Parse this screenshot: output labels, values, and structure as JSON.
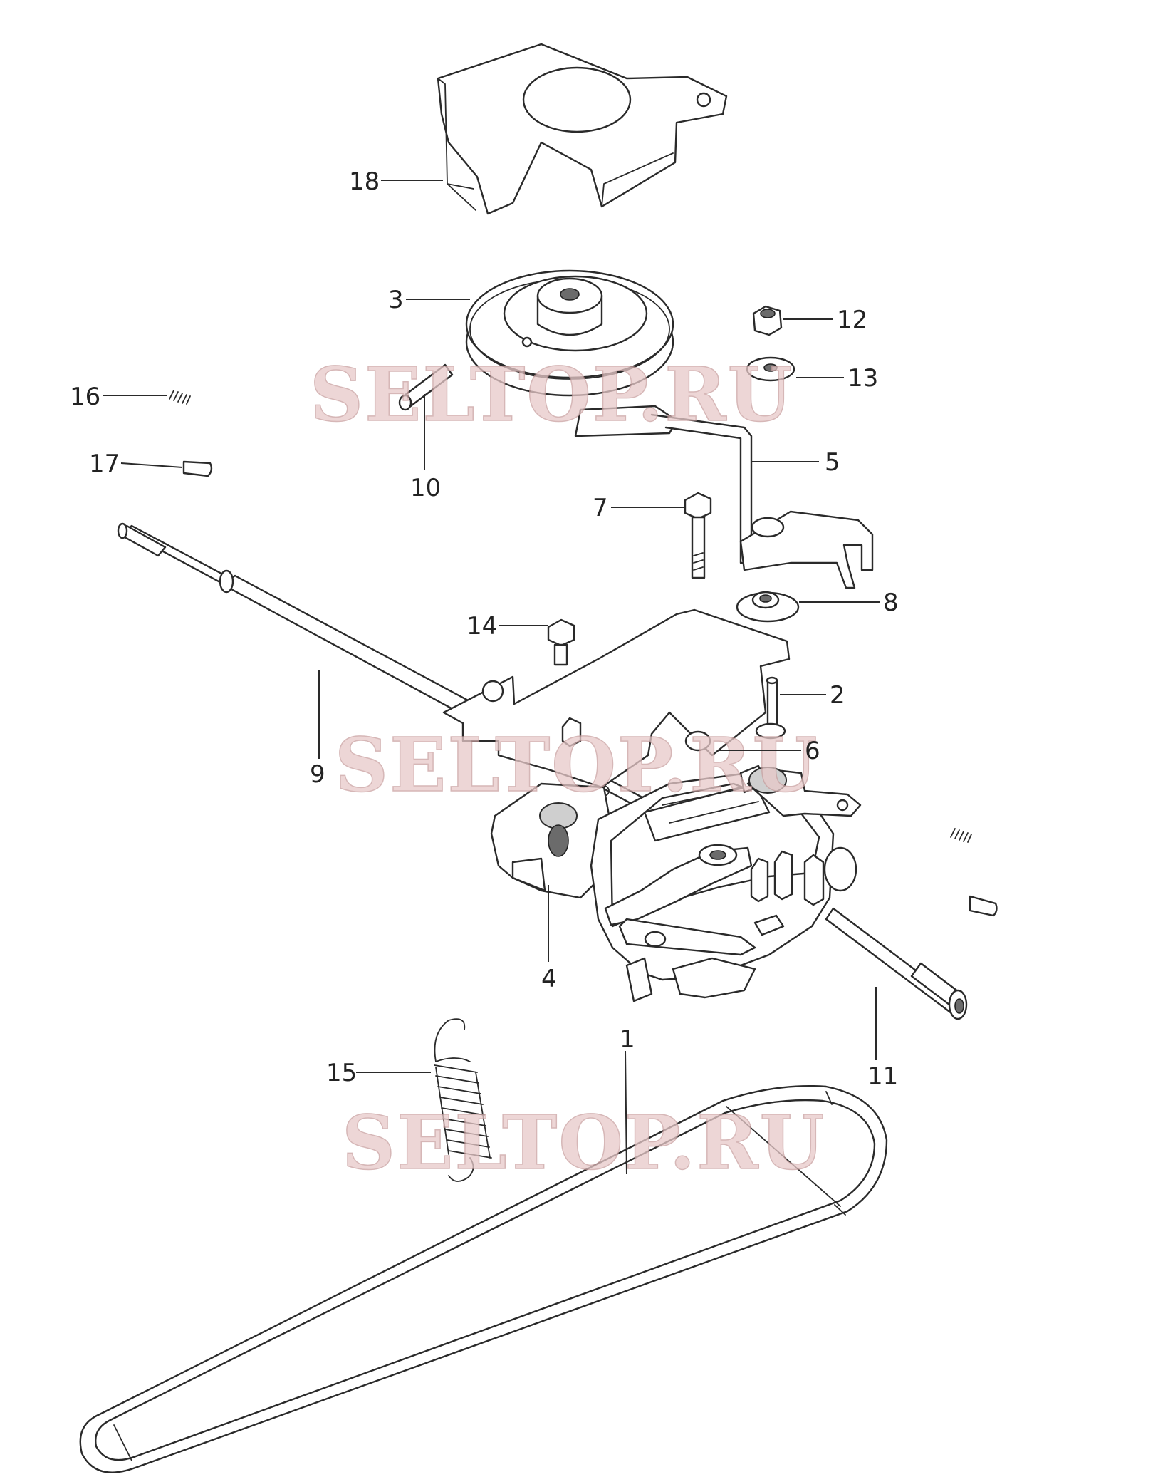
{
  "watermarks": [
    "SELTOP.RU",
    "SELTOP.RU",
    "SELTOP.RU"
  ],
  "callouts": {
    "c1": "1",
    "c2": "2",
    "c3": "3",
    "c4": "4",
    "c5": "5",
    "c6": "6",
    "c7": "7",
    "c8": "8",
    "c9": "9",
    "c10": "10",
    "c11": "11",
    "c12": "12",
    "c13": "13",
    "c14": "14",
    "c15": "15",
    "c16": "16",
    "c17": "17",
    "c18": "18"
  },
  "colors": {
    "line": "#2a2a2a",
    "watermark": "#e8c9c9",
    "background": "#ffffff"
  }
}
